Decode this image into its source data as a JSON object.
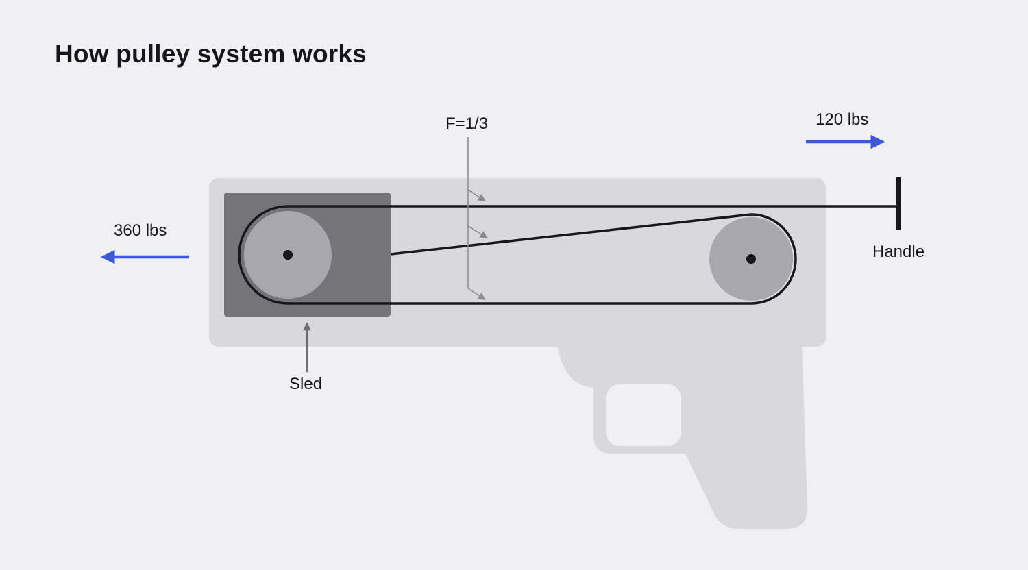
{
  "title": "How pulley system works",
  "labels": {
    "force_ratio": "F=1/3",
    "input_force": "120 lbs",
    "output_force": "360 lbs",
    "handle": "Handle",
    "sled": "Sled"
  },
  "colors": {
    "background": "#f0f0f2",
    "silhouette": "#d9d9dc",
    "sled": "#757479",
    "pulley": "#a8a7ad",
    "cable": "#17171c",
    "accent_blue": "#3d57d8",
    "callout_gray": "#8a8a90",
    "sled_arrow_gray": "#6e6e73",
    "text": "#15151d"
  }
}
